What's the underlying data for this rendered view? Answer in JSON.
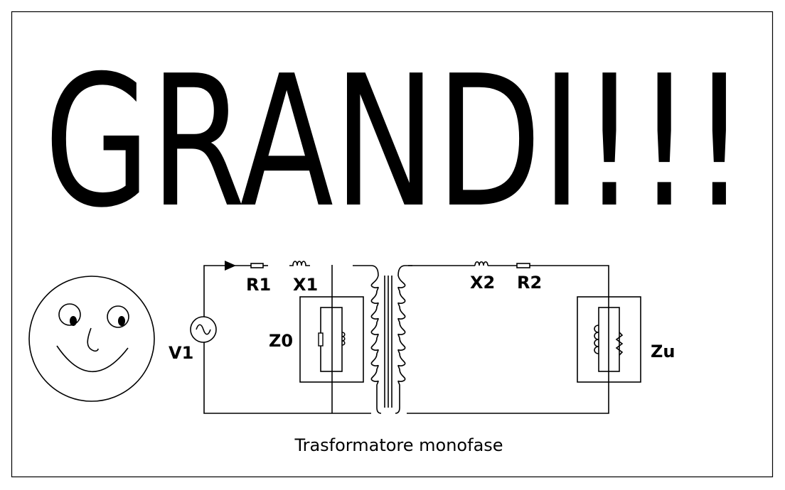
{
  "title": "GRANDI!!!",
  "labels": {
    "r1": "R1",
    "x1": "X1",
    "x2": "X2",
    "r2": "R2",
    "z0": "Z0",
    "zu": "Zu",
    "v1": "V1"
  },
  "caption": "Trasformatore monofase",
  "colors": {
    "ink": "#000000",
    "background": "#ffffff"
  }
}
